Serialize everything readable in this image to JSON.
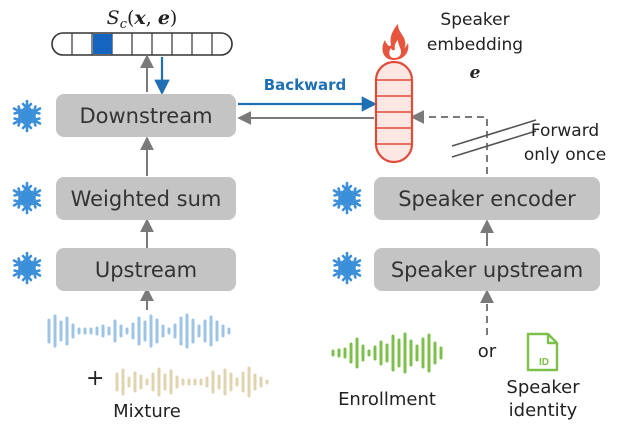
{
  "score_label": "S_c(x, e)",
  "boxes": {
    "downstream": "Downstream",
    "weighted_sum": "Weighted sum",
    "upstream": "Upstream",
    "speaker_encoder": "Speaker encoder",
    "speaker_upstream": "Speaker upstream"
  },
  "labels": {
    "backward": "Backward",
    "speaker_embedding_line1": "Speaker",
    "speaker_embedding_line2": "embedding",
    "speaker_embedding_symbol": "e",
    "forward_line1": "Forward",
    "forward_line2": "only once",
    "mixture": "Mixture",
    "plus": "+",
    "enrollment": "Enrollment",
    "or": "or",
    "speaker_identity_line1": "Speaker",
    "speaker_identity_line2": "identity",
    "id_badge": "ID"
  },
  "colors": {
    "box_fill": "#c4c4c4",
    "backward_blue": "#1f6fb5",
    "snowflake_blue": "#3a8fd8",
    "flame": "#e8553e",
    "embedding_red": "#e04a3a",
    "embedding_fill": "#fde7e3",
    "wave_blue": "#9dc3e6",
    "wave_beige": "#e0d3b0",
    "wave_green": "#7cc04b"
  },
  "icons": [
    "snowflake-icon",
    "flame-icon",
    "id-card-icon"
  ]
}
